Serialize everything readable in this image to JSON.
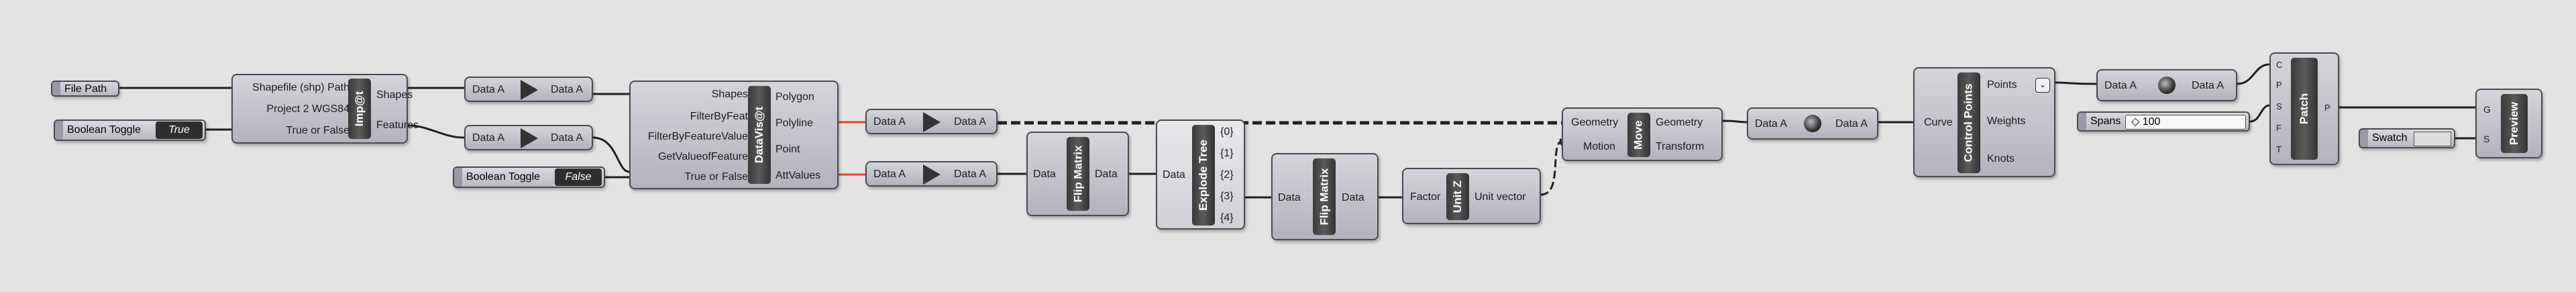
{
  "nodes": {
    "file_path": {
      "label": "File Path"
    },
    "bool_toggle_1": {
      "label": "Boolean Toggle",
      "value": "True"
    },
    "bool_toggle_2": {
      "label": "Boolean Toggle",
      "value": "False"
    },
    "import_shp": {
      "title": "Imp@t",
      "inputs": [
        "Shapefile (shp) Path",
        "Project 2 WGS84",
        "True or False"
      ],
      "outputs": [
        "Shapes",
        "Features"
      ]
    },
    "relay_1": {
      "in": "Data A",
      "out": "Data A"
    },
    "relay_2": {
      "in": "Data A",
      "out": "Data A"
    },
    "datavis": {
      "title": "DataVis@t",
      "inputs": [
        "Shapes",
        "FilterByFeat",
        "FilterByFeatureValue",
        "GetValueofFeature",
        "True or False"
      ],
      "outputs": [
        "Polygon",
        "Polyline",
        "Point",
        "AttValues"
      ]
    },
    "relay_3": {
      "in": "Data A",
      "out": "Data A"
    },
    "relay_4": {
      "in": "Data A",
      "out": "Data A"
    },
    "flip_1": {
      "title": "Flip Matrix",
      "input": "Data",
      "output": "Data"
    },
    "explode": {
      "title": "Explode Tree",
      "input": "Data",
      "outputs": [
        "{0}",
        "{1}",
        "{2}",
        "{3}",
        "{4}"
      ]
    },
    "flip_2": {
      "title": "Flip Matrix",
      "input": "Data",
      "output": "Data"
    },
    "unitz": {
      "title": "Unit Z",
      "input": "Factor",
      "output": "Unit vector"
    },
    "move": {
      "title": "Move",
      "inputs": [
        "Geometry",
        "Motion"
      ],
      "outputs": [
        "Geometry",
        "Transform"
      ]
    },
    "relay_5": {
      "in": "Data A",
      "out": "Data A"
    },
    "cpts": {
      "title": "Control Points",
      "input": "Curve",
      "outputs": [
        "Points",
        "Weights",
        "Knots"
      ]
    },
    "relay_6": {
      "in": "Data A",
      "out": "Data A"
    },
    "spans": {
      "label": "Spans",
      "value": "◇ 100"
    },
    "patch": {
      "title": "Patch",
      "inputs": [
        "C",
        "P",
        "S",
        "F",
        "T"
      ],
      "output": "P"
    },
    "swatch": {
      "label": "Swatch"
    },
    "preview": {
      "title": "Preview",
      "inputs": [
        "G",
        "S"
      ]
    }
  },
  "colors": {
    "canvas": "#e3e3e3",
    "wire": "#202020",
    "wire_highlight": "#e8432e",
    "component_dark": "#3a3a3a",
    "component_body": "#c4c4cc"
  }
}
